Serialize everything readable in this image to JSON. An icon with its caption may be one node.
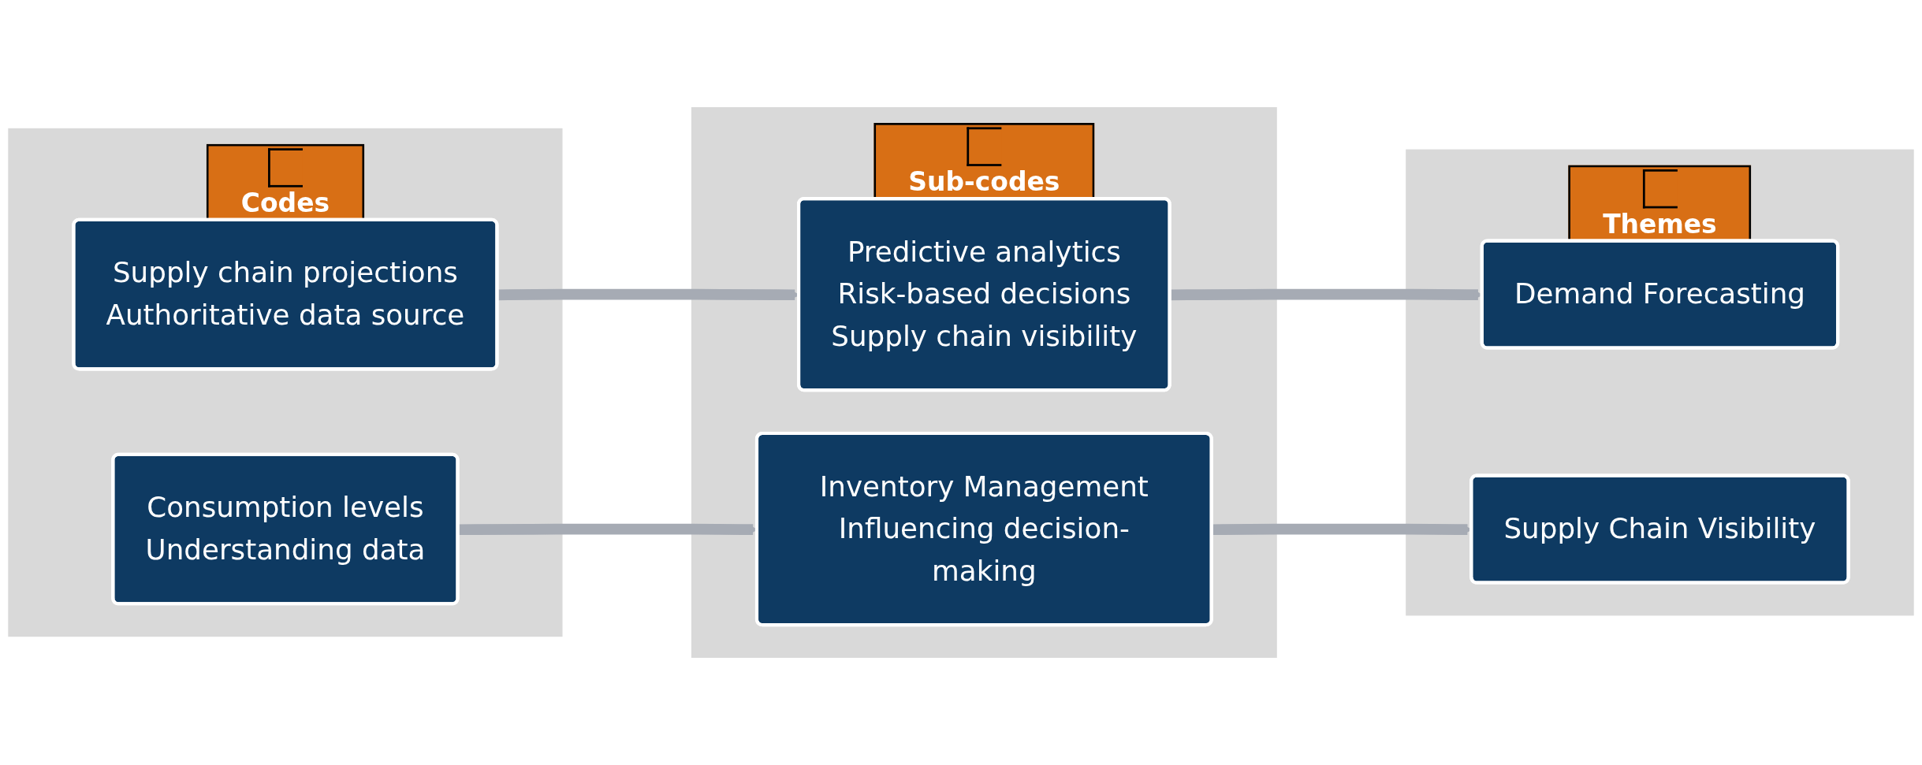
{
  "diagram": {
    "nodes": [
      {
        "text": [
          "Codes"
        ]
      },
      {
        "text": [
          "Supply chain projections",
          "Authoritative data source"
        ],
        "in": 0
      },
      {
        "text": [
          "Consumption levels",
          "Understanding data"
        ],
        "in": 0
      },
      {
        "text": [
          "Sub-codes"
        ]
      },
      {
        "text": [
          "Predictive analytics",
          "Risk-based decisions",
          "Supply chain visibility"
        ],
        "in": 3
      },
      {
        "text": [
          "Inventory Management",
          "Influencing decision-making"
        ],
        "in": 3
      },
      {
        "text": [
          "Themes"
        ]
      },
      {
        "text": [
          "Demand Forecasting"
        ],
        "in": 6
      },
      {
        "text": [
          "Supply Chain Visibility"
        ],
        "in": 6
      }
    ],
    "edges": [
      {
        "from": 1,
        "to": 4,
        "arrow": "to"
      },
      {
        "from": 2,
        "to": 5,
        "arrow": "to"
      },
      {
        "from": 4,
        "to": 7,
        "arrow": "to"
      },
      {
        "from": 5,
        "to": 8,
        "arrow": "to"
      }
    ]
  }
}
